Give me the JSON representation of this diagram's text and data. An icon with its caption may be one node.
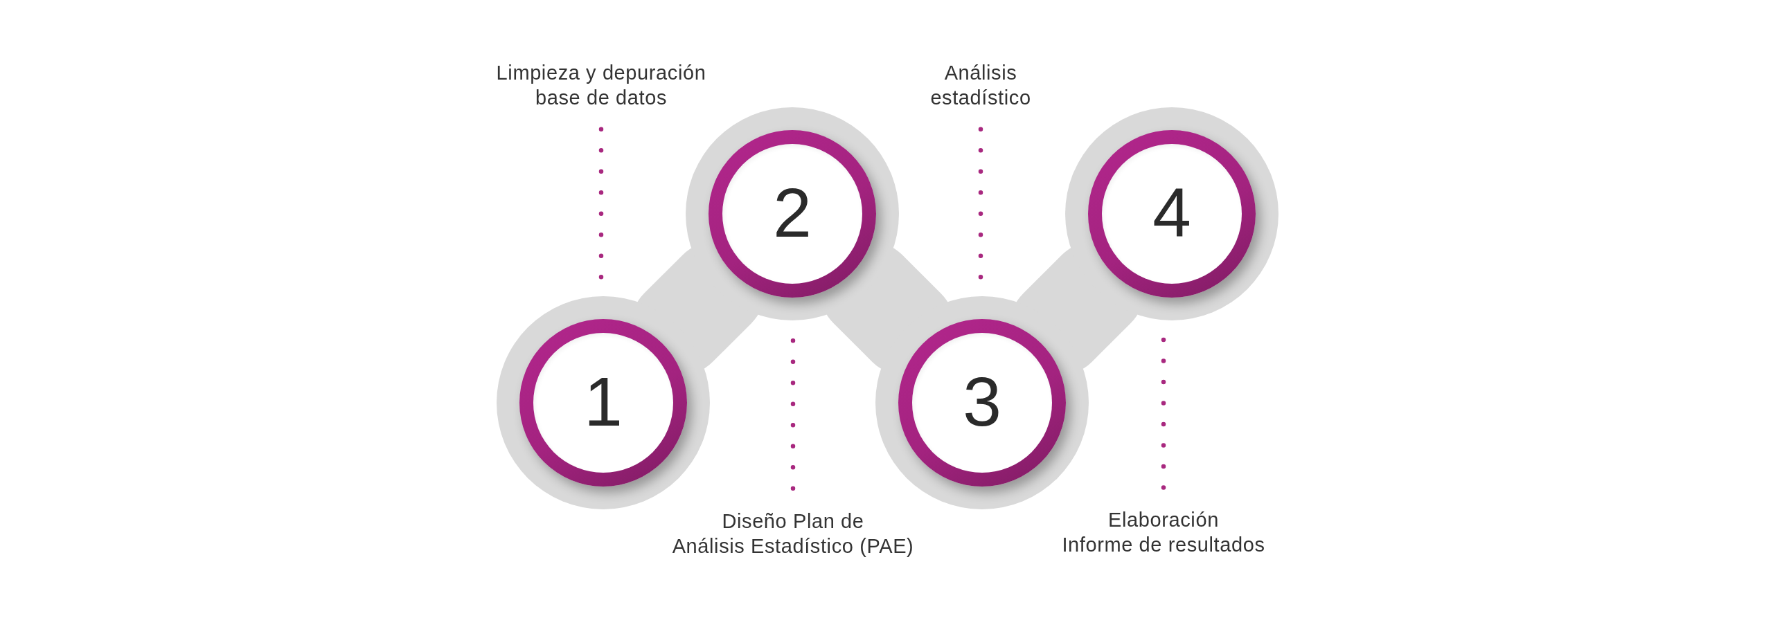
{
  "diagram": {
    "nodes": [
      {
        "text": [
          "Limpieza y depuración base de datos"
        ]
      },
      {
        "text": [
          "1"
        ]
      },
      {
        "text": [
          "Diseño Plan de Análisis Estadístico (PAE)"
        ]
      },
      {
        "text": [
          "2"
        ]
      },
      {
        "text": [
          "Análisis estadístico"
        ]
      },
      {
        "text": [
          "3"
        ]
      },
      {
        "text": [
          "Elaboración Informe de resultados"
        ]
      },
      {
        "text": [
          "4"
        ]
      }
    ],
    "edges": [
      {
        "from": 1,
        "to": 3,
        "arrow": "none",
        "style": "thick",
        "color": "#d9d9d9"
      },
      {
        "from": 3,
        "to": 5,
        "arrow": "none",
        "style": "thick",
        "color": "#d9d9d9"
      },
      {
        "from": 5,
        "to": 7,
        "arrow": "none",
        "style": "thick",
        "color": "#d9d9d9"
      },
      {
        "from": 0,
        "to": 1,
        "arrow": "none",
        "style": "dashed"
      },
      {
        "from": 2,
        "to": 3,
        "arrow": "none",
        "style": "dashed"
      },
      {
        "from": 4,
        "to": 5,
        "arrow": "none",
        "style": "dashed"
      },
      {
        "from": 6,
        "to": 7,
        "arrow": "none",
        "style": "dashed"
      }
    ]
  }
}
